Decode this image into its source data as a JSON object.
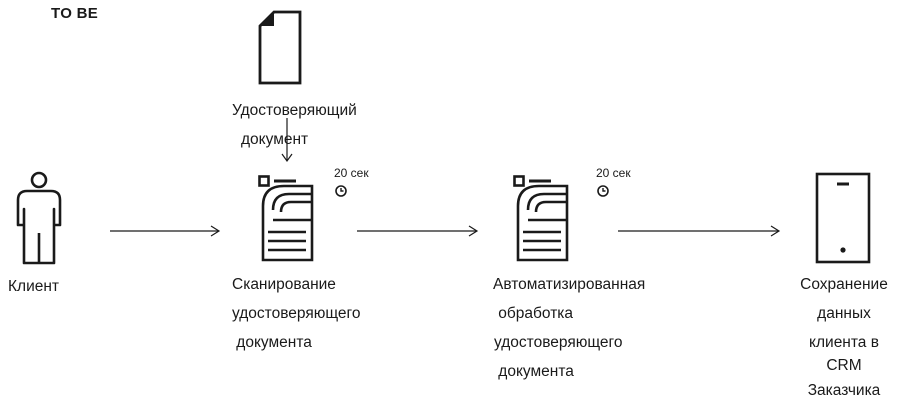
{
  "header": {
    "title": "TO BE"
  },
  "document": {
    "label_line1": "Удостоверяющий",
    "label_line2": "документ"
  },
  "steps": {
    "client": {
      "label": "Клиент"
    },
    "scan": {
      "label_line1": "Сканирование",
      "label_line2": "удостоверяющего",
      "label_line3": " документа",
      "time": "20 сек"
    },
    "process": {
      "label_line1": "Автоматизированная",
      "label_line2": " обработка",
      "label_line3": "удостоверяющего",
      "label_line4": " документа",
      "time": "20 сек"
    },
    "save": {
      "label_line1": "Сохранение",
      "label_line2": "данных",
      "label_line3": "клиента в",
      "label_line4": "CRM",
      "label_line5": "Заказчика"
    }
  },
  "icons": [
    "document-icon",
    "person-icon",
    "copier-icon",
    "clock-icon",
    "phone-icon",
    "arrow-icon"
  ],
  "colors": {
    "stroke": "#1a1a1a",
    "background": "#ffffff"
  }
}
